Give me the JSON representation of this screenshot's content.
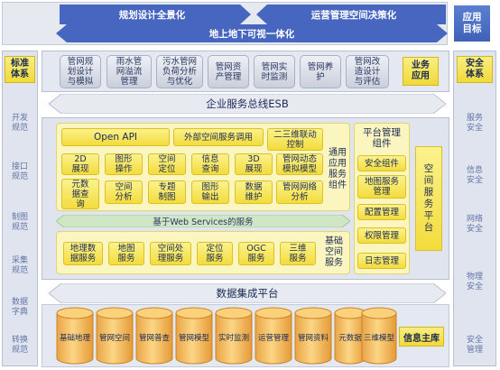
{
  "top": {
    "arrow_left": "规划设计全景化",
    "arrow_right": "运营管理空间决策化",
    "arrow_bottom": "地上地下可视一体化",
    "goal_label": "应用\n目标"
  },
  "left": {
    "header": "标准\n体系",
    "items": [
      "开发\n规范",
      "接口\n规范",
      "制图\n规范",
      "采集\n规范",
      "数据\n字典",
      "转换\n规范"
    ]
  },
  "right": {
    "header": "安全\n体系",
    "items": [
      "服务\n安全",
      "信息\n安全",
      "网络\n安全",
      "物理\n安全",
      "安全\n管理"
    ]
  },
  "business": {
    "label": "业务\n应用",
    "tiles": [
      "管网规\n划设计\n与模拟",
      "雨水管\n网溢流\n管理",
      "污水管网\n负荷分析\n与优化",
      "管网资\n产管理",
      "管网实\n时监测",
      "管网养\n护",
      "管网改\n造设计\n与评估"
    ]
  },
  "esb": {
    "label": "企业服务总线ESB"
  },
  "general_services": {
    "label": "通用\n应用\n服务\n组件",
    "row1": [
      "Open API",
      "外部空间服务调用",
      "二三维联动\n控制"
    ],
    "row2": [
      "2D\n展现",
      "图形\n操作",
      "空间\n定位",
      "信息\n查询",
      "3D\n展现",
      "管网动态\n模拟模型"
    ],
    "row3": [
      "元数\n据查\n询",
      "空间\n分析",
      "专题\n制图",
      "图形\n输出",
      "数据\n维护",
      "管网网络\n分析"
    ]
  },
  "web_services": {
    "label": "基于Web Services的服务"
  },
  "basic_spatial": {
    "label": "基础\n空间\n服务",
    "tiles": [
      "地理数\n据服务",
      "地图\n服务",
      "空间处\n理服务",
      "定位\n服务",
      "OGC\n服务",
      "三维\n服务"
    ]
  },
  "platform": {
    "header": "平台管理\n组件",
    "items": [
      "安全组件",
      "地图服务\n管理",
      "配置管理",
      "权限管理",
      "日志管理"
    ],
    "side": "空\n间\n服\n务\n平\n台"
  },
  "data_integration": {
    "label": "数据集成平台"
  },
  "databases": {
    "items": [
      "基础地理",
      "管网空间",
      "管网普查",
      "管网模型",
      "实时监测",
      "运营管理",
      "管网资料",
      "元数据",
      "三维模型"
    ],
    "label": "信息主库"
  },
  "colors": {
    "blue": "#4a6cc4",
    "yellow": "#f3dc3c",
    "panel": "#dfe4ee",
    "gray_tile": "#d3d8e2"
  }
}
